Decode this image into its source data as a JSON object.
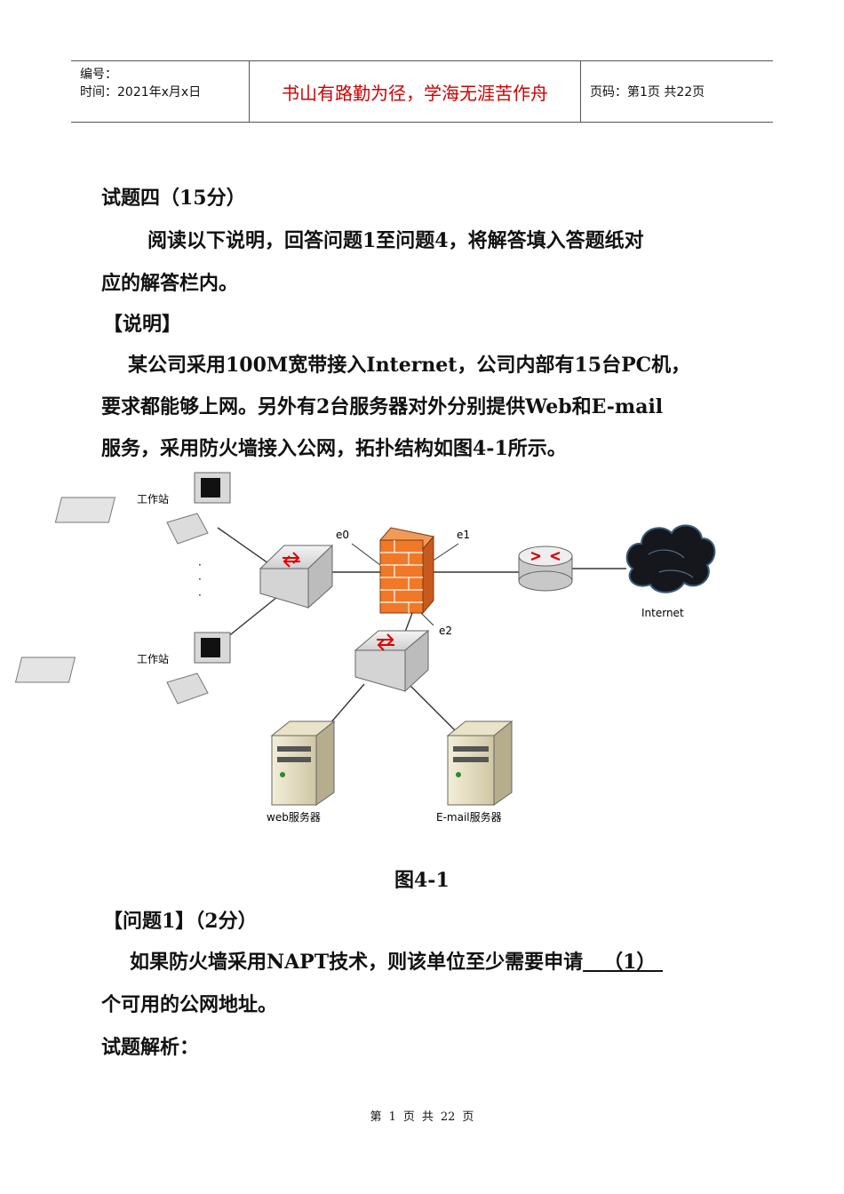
{
  "header": {
    "number_label": "编号：",
    "date_line": "时间：2021年x月x日",
    "motto": "书山有路勤为径，学海无涯苦作舟",
    "page_info": "页码：第1页  共22页"
  },
  "content": {
    "title": "试题四（15分）",
    "intro_line1": "阅读以下说明，回答问题1至问题4，将解答填入答题纸对",
    "intro_line2": "应的解答栏内。",
    "section_heading": "【说明】",
    "desc_line1": "某公司采用100M宽带接入Internet，公司内部有15台PC机，",
    "desc_line2": "要求都能够上网。另外有2台服务器对外分别提供Web和E-mail",
    "desc_line3": "服务，采用防火墙接入公网，拓扑结构如图4-1所示。",
    "figure_caption": "图4-1",
    "q1_heading": "【问题1】（2分）",
    "q1_text_a": "如果防火墙采用NAPT技术，则该单位至少需要申请",
    "q1_blank": "（1）",
    "q1_text_b": "个可用的公网地址。",
    "analysis_label": "试题解析："
  },
  "diagram": {
    "workstation_label": "工作站",
    "port_e0": "e0",
    "port_e1": "e1",
    "port_e2": "e2",
    "internet_label": "Internet",
    "web_server_label": "web服务器",
    "mail_server_label": "E-mail服务器",
    "ellipsis": "·"
  },
  "footer": {
    "page_prefix": "第",
    "page_num": "1",
    "page_word": "页",
    "total_prefix": "共",
    "total_num": "22",
    "total_word": "页"
  }
}
